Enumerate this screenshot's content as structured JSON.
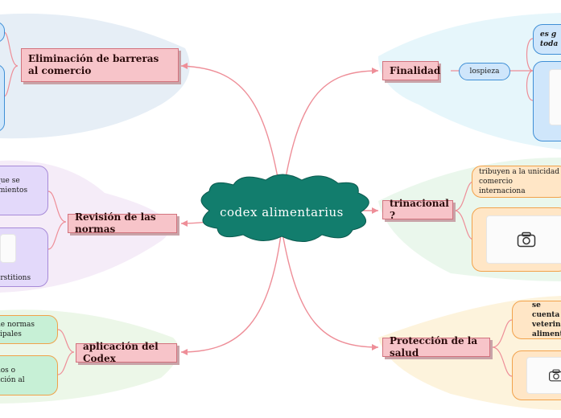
{
  "central": {
    "label": "codex  alimentarius"
  },
  "topics": {
    "eliminacion": "Eliminación de barreras al comercio",
    "revision": "Revisión de las normas",
    "aplicacion": "aplicación del Codex",
    "finalidad": "Finalidad",
    "trinacional": "trinacional ?",
    "proteccion": "Protección de la salud"
  },
  "subs": {
    "revision_1": "que se\nimientos\ns",
    "revision_2": "erstitions",
    "aplicacion_1": "ne normas\ncipales",
    "aplicacion_2": "dos o\nación al",
    "finalidad_lospieza": "lospieza",
    "finalidad_1": "es g\ntoda",
    "trinacional_1": "tribuyen a la unicidad\ncomercio internaciona",
    "proteccion_1": "se cuenta\nveterinar\nalimenta"
  },
  "colors": {
    "central_fill": "#127d6d",
    "topic_fill": "#f7c4c9",
    "link_stroke": "#ee8e98"
  }
}
